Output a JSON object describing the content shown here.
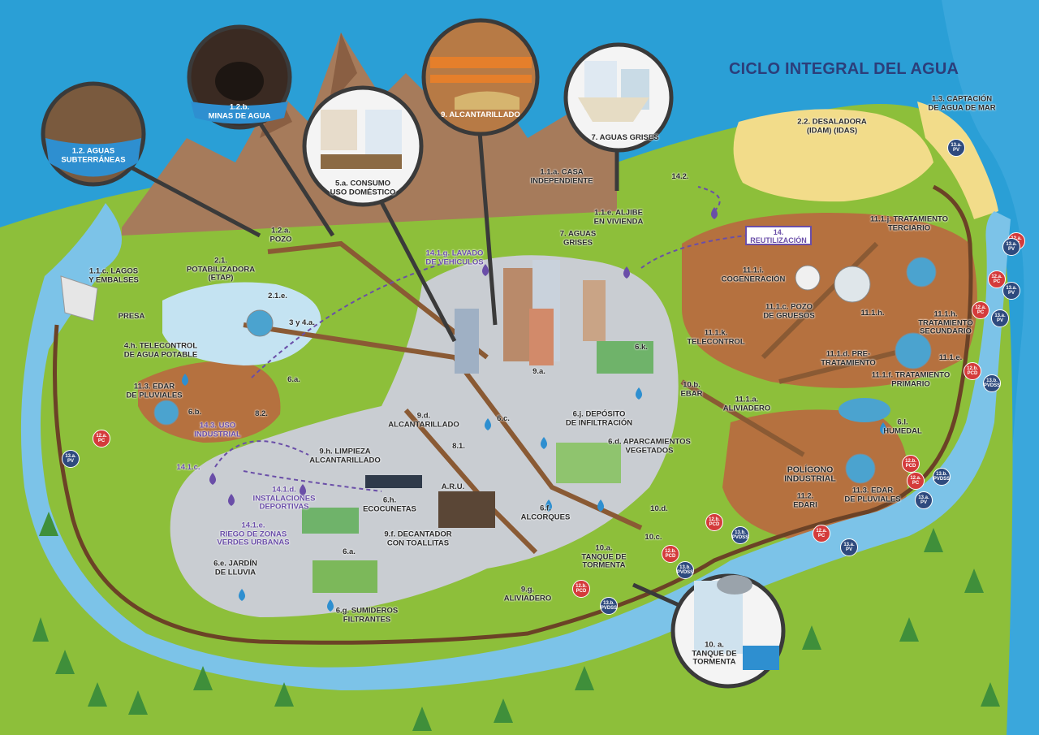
{
  "title": "CICLO INTEGRAL DEL AGUA",
  "callouts": {
    "subterraneas": "1.2. AGUAS\nSUBTERRÁNEAS",
    "minas": "1.2.b.\nMINAS DE AGUA",
    "consumo": "5.a. CONSUMO\nUSO DOMÉSTICO",
    "alcantarillado": "9. ALCANTARILLADO",
    "grises": "7. AGUAS GRISES",
    "tanque": "10. a.\nTANQUE DE\nTORMENTA"
  },
  "labels": {
    "captacion": "1.3. CAPTACIÓN\nDE AGUA DE MAR",
    "desaladora": "2.2. DESALADORA\n(IDAM) (IDAS)",
    "casa": "1.1.a. CASA\nINDEPENDIENTE",
    "reuso142": "14.2.",
    "aljibe": "1.1.e. ALJIBE\nEN VIVIENDA",
    "grises7": "7. AGUAS\nGRISES",
    "pozo": "1.2.a.\nPOZO",
    "etap": "2.1.\nPOTABILIZADORA\n(ETAP)",
    "lagos": "1.1.c. LAGOS\nY EMBALSES",
    "e21": "2.1.e.",
    "presa": "PRESA",
    "y34": "3 y 4.a.",
    "telecontrol4h": "4.h. TELECONTROL\nDE AGUA POTABLE",
    "lavado": "14.1.g. LAVADO\nDE VEHÍCULOS",
    "edar_pluv": "11.3. EDAR\nDE PLUVIALES",
    "a6": "6.a.",
    "b6": "6.b.",
    "b82": "8.2.",
    "uso_ind": "14.3. USO\nINDUSTRIAL",
    "k6": "6.k.",
    "a9": "9.a.",
    "c6": "6.c.",
    "deposito": "6.j. DEPÓSITO\nDE INFILTRACIÓN",
    "d9": "9.d.\nALCANTARILLADO",
    "e81": "8.1.",
    "aparcamientos": "6.d. APARCAMIENTOS\nVEGETADOS",
    "limpieza": "9.h. LIMPIEZA\nALCANTARILLADO",
    "c141": "14.1.c.",
    "instalaciones": "14.1.d.\nINSTALACIONES\nDEPORTIVAS",
    "ecocunetas": "6.h.\nECOCUNETAS",
    "aru": "A.R.U.",
    "alcorques": "6.f.\nALCORQUES",
    "riego": "14.1.e.\nRIEGO DE ZONAS\nVERDES URBANAS",
    "decantador": "9.f. DECANTADOR\nCON TOALLITAS",
    "jardin": "6.e. JARDÍN\nDE LLUVIA",
    "a6b": "6.a.",
    "sumideros": "6.g. SUMIDEROS\nFILTRANTES",
    "tanque10a": "10.a.\nTANQUE DE\nTORMENTA",
    "c10": "10.c.",
    "d10": "10.d.",
    "g9": "9.g.\nALIVIADERO",
    "terciario": "11.1.j. TRATAMIENTO\nTERCIARIO",
    "cogeneracion": "11.1.i.\nCOGENERACIÓN",
    "pozo_gruesos": "11.1.c. POZO\nDE GRUESOS",
    "h111": "11.1.h.",
    "secundario": "11.1.h.\nTRATAMIENTO\nSECUNDARIO",
    "telecontrol_k": "11.1.k.\nTELECONTROL",
    "pretrat": "11.1.d. PRE-\nTRATAMIENTO",
    "e111": "11.1.e.",
    "primario": "11.1.f. TRATAMIENTO\nPRIMARIO",
    "ebar": "10.b.\nEBAR",
    "aliviadero": "11.1.a.\nALIVIADERO",
    "humedal": "6.l.\nHUMEDAL",
    "poligono": "POLÍGONO\nINDUSTRIAL",
    "edar_pluv2": "11.3. EDAR\nDE PLUVIALES",
    "edari": "11.2.\nEDARI"
  },
  "reutilizacion": "14.\nREUTILIZACIÓN",
  "badges": [
    {
      "text": "13.a.\nPV",
      "type": "pv"
    },
    {
      "text": "12.a.\nPC",
      "type": "pc"
    },
    {
      "text": "13.a.\nPV",
      "type": "pv"
    },
    {
      "text": "12.a.\nPC",
      "type": "pc"
    },
    {
      "text": "13.a.\nPV",
      "type": "pv"
    },
    {
      "text": "12.b.\nPCD",
      "type": "pc"
    },
    {
      "text": "13.b.\nPVDSS",
      "type": "pv"
    },
    {
      "text": "12.b.\nPCD",
      "type": "pc"
    },
    {
      "text": "13.b.\nPVDSS",
      "type": "pv"
    },
    {
      "text": "12.a.\nPC",
      "type": "pc"
    },
    {
      "text": "13.a.\nPV",
      "type": "pv"
    },
    {
      "text": "12.a.\nPC",
      "type": "pc"
    },
    {
      "text": "13.a.\nPV",
      "type": "pv"
    },
    {
      "text": "12.b.\nPCD",
      "type": "pc"
    },
    {
      "text": "13.b.\nPVDSS",
      "type": "pv"
    },
    {
      "text": "12.b.\nPCD",
      "type": "pc"
    },
    {
      "text": "13.b.\nPVDSS",
      "type": "pv"
    },
    {
      "text": "12.b.\nPCD",
      "type": "pc"
    },
    {
      "text": "13.b.\nPVDSS",
      "type": "pv"
    },
    {
      "text": "12.a.\nPC",
      "type": "pc"
    },
    {
      "text": "13.a.\nPV",
      "type": "pv"
    },
    {
      "text": "12.a.\nPC",
      "type": "pc"
    },
    {
      "text": "13.a.\nPV",
      "type": "pv"
    }
  ],
  "colors": {
    "sky": "#2a9fd6",
    "grass": "#8dbf3a",
    "soil": "#b5713f",
    "river": "#7cc3e8",
    "mountain": "#a67b5b",
    "urban": "#c9cdd2",
    "callout_ring": "#3a3a3a",
    "pc": "#d43b3b",
    "pv": "#2e4a7e",
    "purple": "#6a4ea8"
  }
}
